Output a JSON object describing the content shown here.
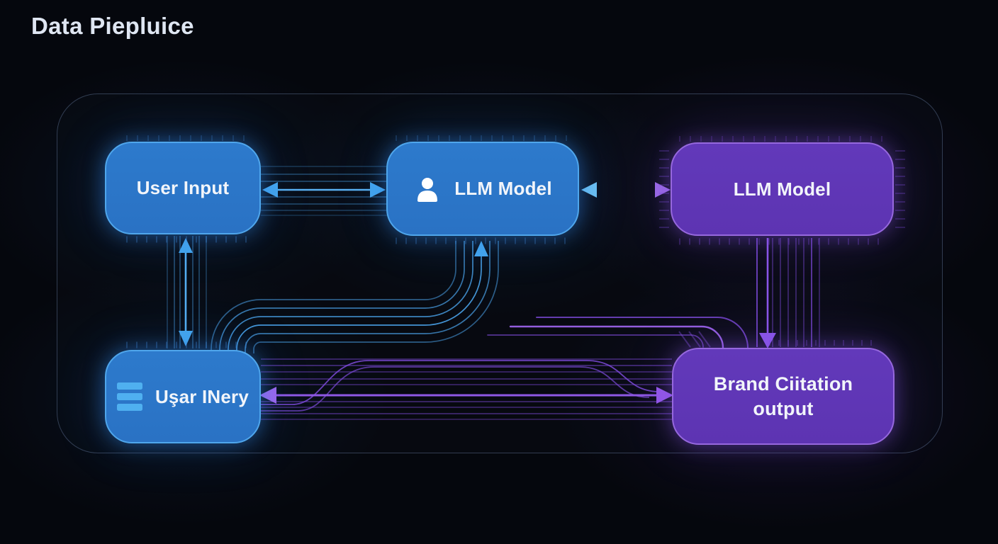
{
  "title": "Data Piepluice",
  "theme": {
    "background": "#05070d",
    "panel_border": "#46546f",
    "blue_box_fill": "#2a72c4",
    "blue_box_border": "#4fa6ec",
    "purple_box_fill": "#5d34b2",
    "purple_box_border": "#9668de",
    "blue_line": "#4aa3ea",
    "purple_line": "#7c4ad8",
    "text_color": "#f2f5fa",
    "title_color": "#dfe6f2",
    "icon_blue": "#4fb0f0"
  },
  "nodes": [
    {
      "id": "user-input",
      "label": "User Input",
      "style": "blue"
    },
    {
      "id": "llm-model-center",
      "label": "LLM Model",
      "style": "blue",
      "icon": "person-icon"
    },
    {
      "id": "llm-model-right",
      "label": "LLM Model",
      "style": "purple"
    },
    {
      "id": "user-query",
      "label": "Uşar INery",
      "style": "blue",
      "icon": "list-icon"
    },
    {
      "id": "brand-citation-output",
      "label": "Brand Ciitation output",
      "label_line1": "Brand Ciitation",
      "label_line2": "output",
      "style": "purple"
    }
  ],
  "connections": [
    {
      "from": "user-input",
      "to": "llm-model-center",
      "type": "bidirectional",
      "color": "blue"
    },
    {
      "from": "llm-model-center",
      "to": "llm-model-right",
      "type": "bidirectional",
      "color": "blue-to-purple"
    },
    {
      "from": "user-input",
      "to": "user-query",
      "type": "bidirectional",
      "color": "blue"
    },
    {
      "from": "user-query",
      "to": "llm-model-center",
      "type": "arrow-into-bottom",
      "color": "blue"
    },
    {
      "from": "llm-model-right",
      "to": "brand-citation-output",
      "type": "arrow-down",
      "color": "purple"
    },
    {
      "from": "user-query",
      "to": "brand-citation-output",
      "type": "bidirectional",
      "color": "purple"
    }
  ]
}
